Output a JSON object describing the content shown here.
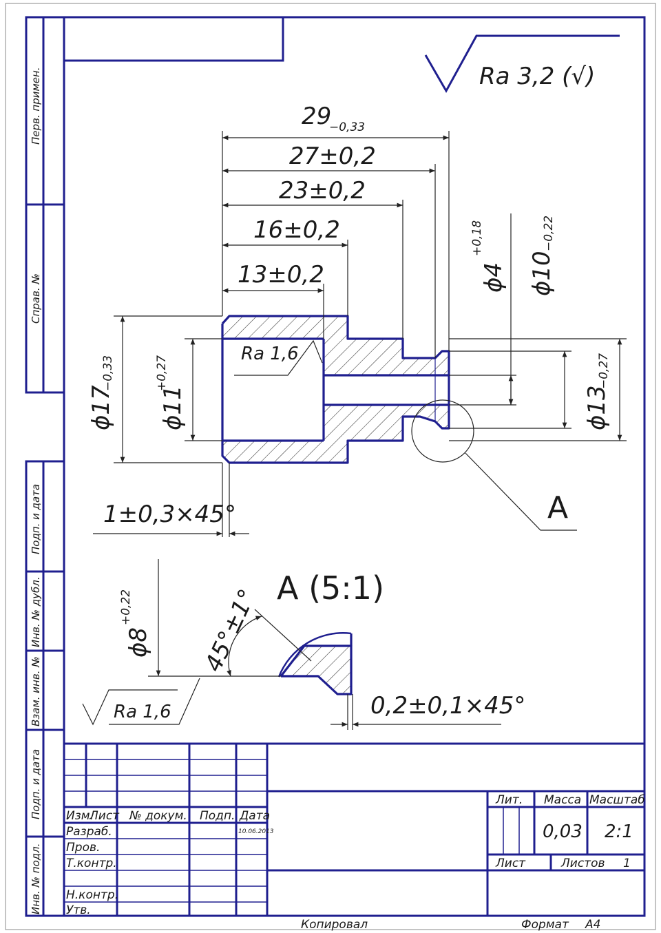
{
  "stamps": {
    "perv_primen": "Перв. примен.",
    "sprav_no": "Справ. №",
    "podp_data_1": "Подп. и дата",
    "inv_dubl": "Инв. № дубл.",
    "vzam_inv": "Взам. инв. №",
    "podp_data_2": "Подп. и дата",
    "inv_podl": "Инв. № подл."
  },
  "roughness_general": "Ra 3,2 (√)",
  "main_view": {
    "dim_29": "29",
    "dim_29_tol": "−0,33",
    "dim_27": "27±0,2",
    "dim_23": "23±0,2",
    "dim_16": "16±0,2",
    "dim_13": "13±0,2",
    "dia_4": "ϕ4",
    "dia_4_tol": "+0,18",
    "dia_10": "ϕ10",
    "dia_10_tol": "−0,22",
    "dia_17": "ϕ17",
    "dia_17_tol": "−0,33",
    "dia_11": "ϕ11",
    "dia_11_tol": "+0,27",
    "dia_13": "ϕ13",
    "dia_13_tol": "−0,27",
    "ra_inner": "Ra 1,6",
    "chamfer": "1±0,3×45°",
    "detail_ref": "A"
  },
  "detail_view": {
    "title": "A (5:1)",
    "dia_8": "ϕ8",
    "dia_8_tol": "+0,22",
    "angle": "45°±1°",
    "ra": "Ra 1,6",
    "chamfer": "0,2±0,1×45°"
  },
  "title_block": {
    "izm": "Изм.",
    "list": "Лист",
    "doc_no": "№ докум.",
    "podp": "Подп.",
    "data": "Дата",
    "date_value": "10.06.2013",
    "razrab": "Разраб.",
    "prov": "Пров.",
    "tkontr": "Т.контр.",
    "nkontr": "Н.контр.",
    "utv": "Утв.",
    "lit": "Лит.",
    "massa": "Масса",
    "masshtab": "Масштаб",
    "massa_value": "0,03",
    "masshtab_value": "2:1",
    "list2": "Лист",
    "listov": "Листов",
    "listov_value": "1"
  },
  "footer": {
    "kopiroval": "Копировал",
    "format": "Формат",
    "format_value": "А4"
  }
}
